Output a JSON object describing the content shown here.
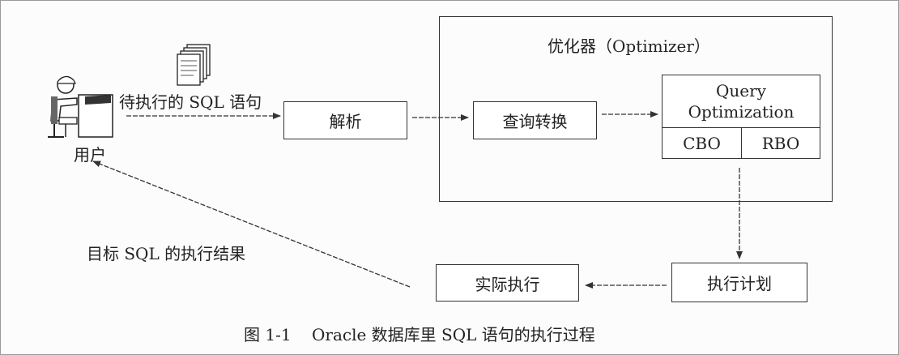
{
  "diagram": {
    "user_label": "用户",
    "pending_sql_label": "待执行的 SQL 语句",
    "parse_label": "解析",
    "optimizer_title": "优化器（Optimizer）",
    "query_transform_label": "查询转换",
    "query_optimization_line1": "Query",
    "query_optimization_line2": "Optimization",
    "cbo_label": "CBO",
    "rbo_label": "RBO",
    "execution_plan_label": "执行计划",
    "actual_execution_label": "实际执行",
    "result_label": "目标 SQL 的执行结果",
    "caption": "图 1-1    Oracle 数据库里 SQL 语句的执行过程"
  },
  "colors": {
    "line": "#333333",
    "background": "#fcfcfc"
  },
  "icons": [
    "user-at-computer-icon",
    "document-stack-icon"
  ]
}
